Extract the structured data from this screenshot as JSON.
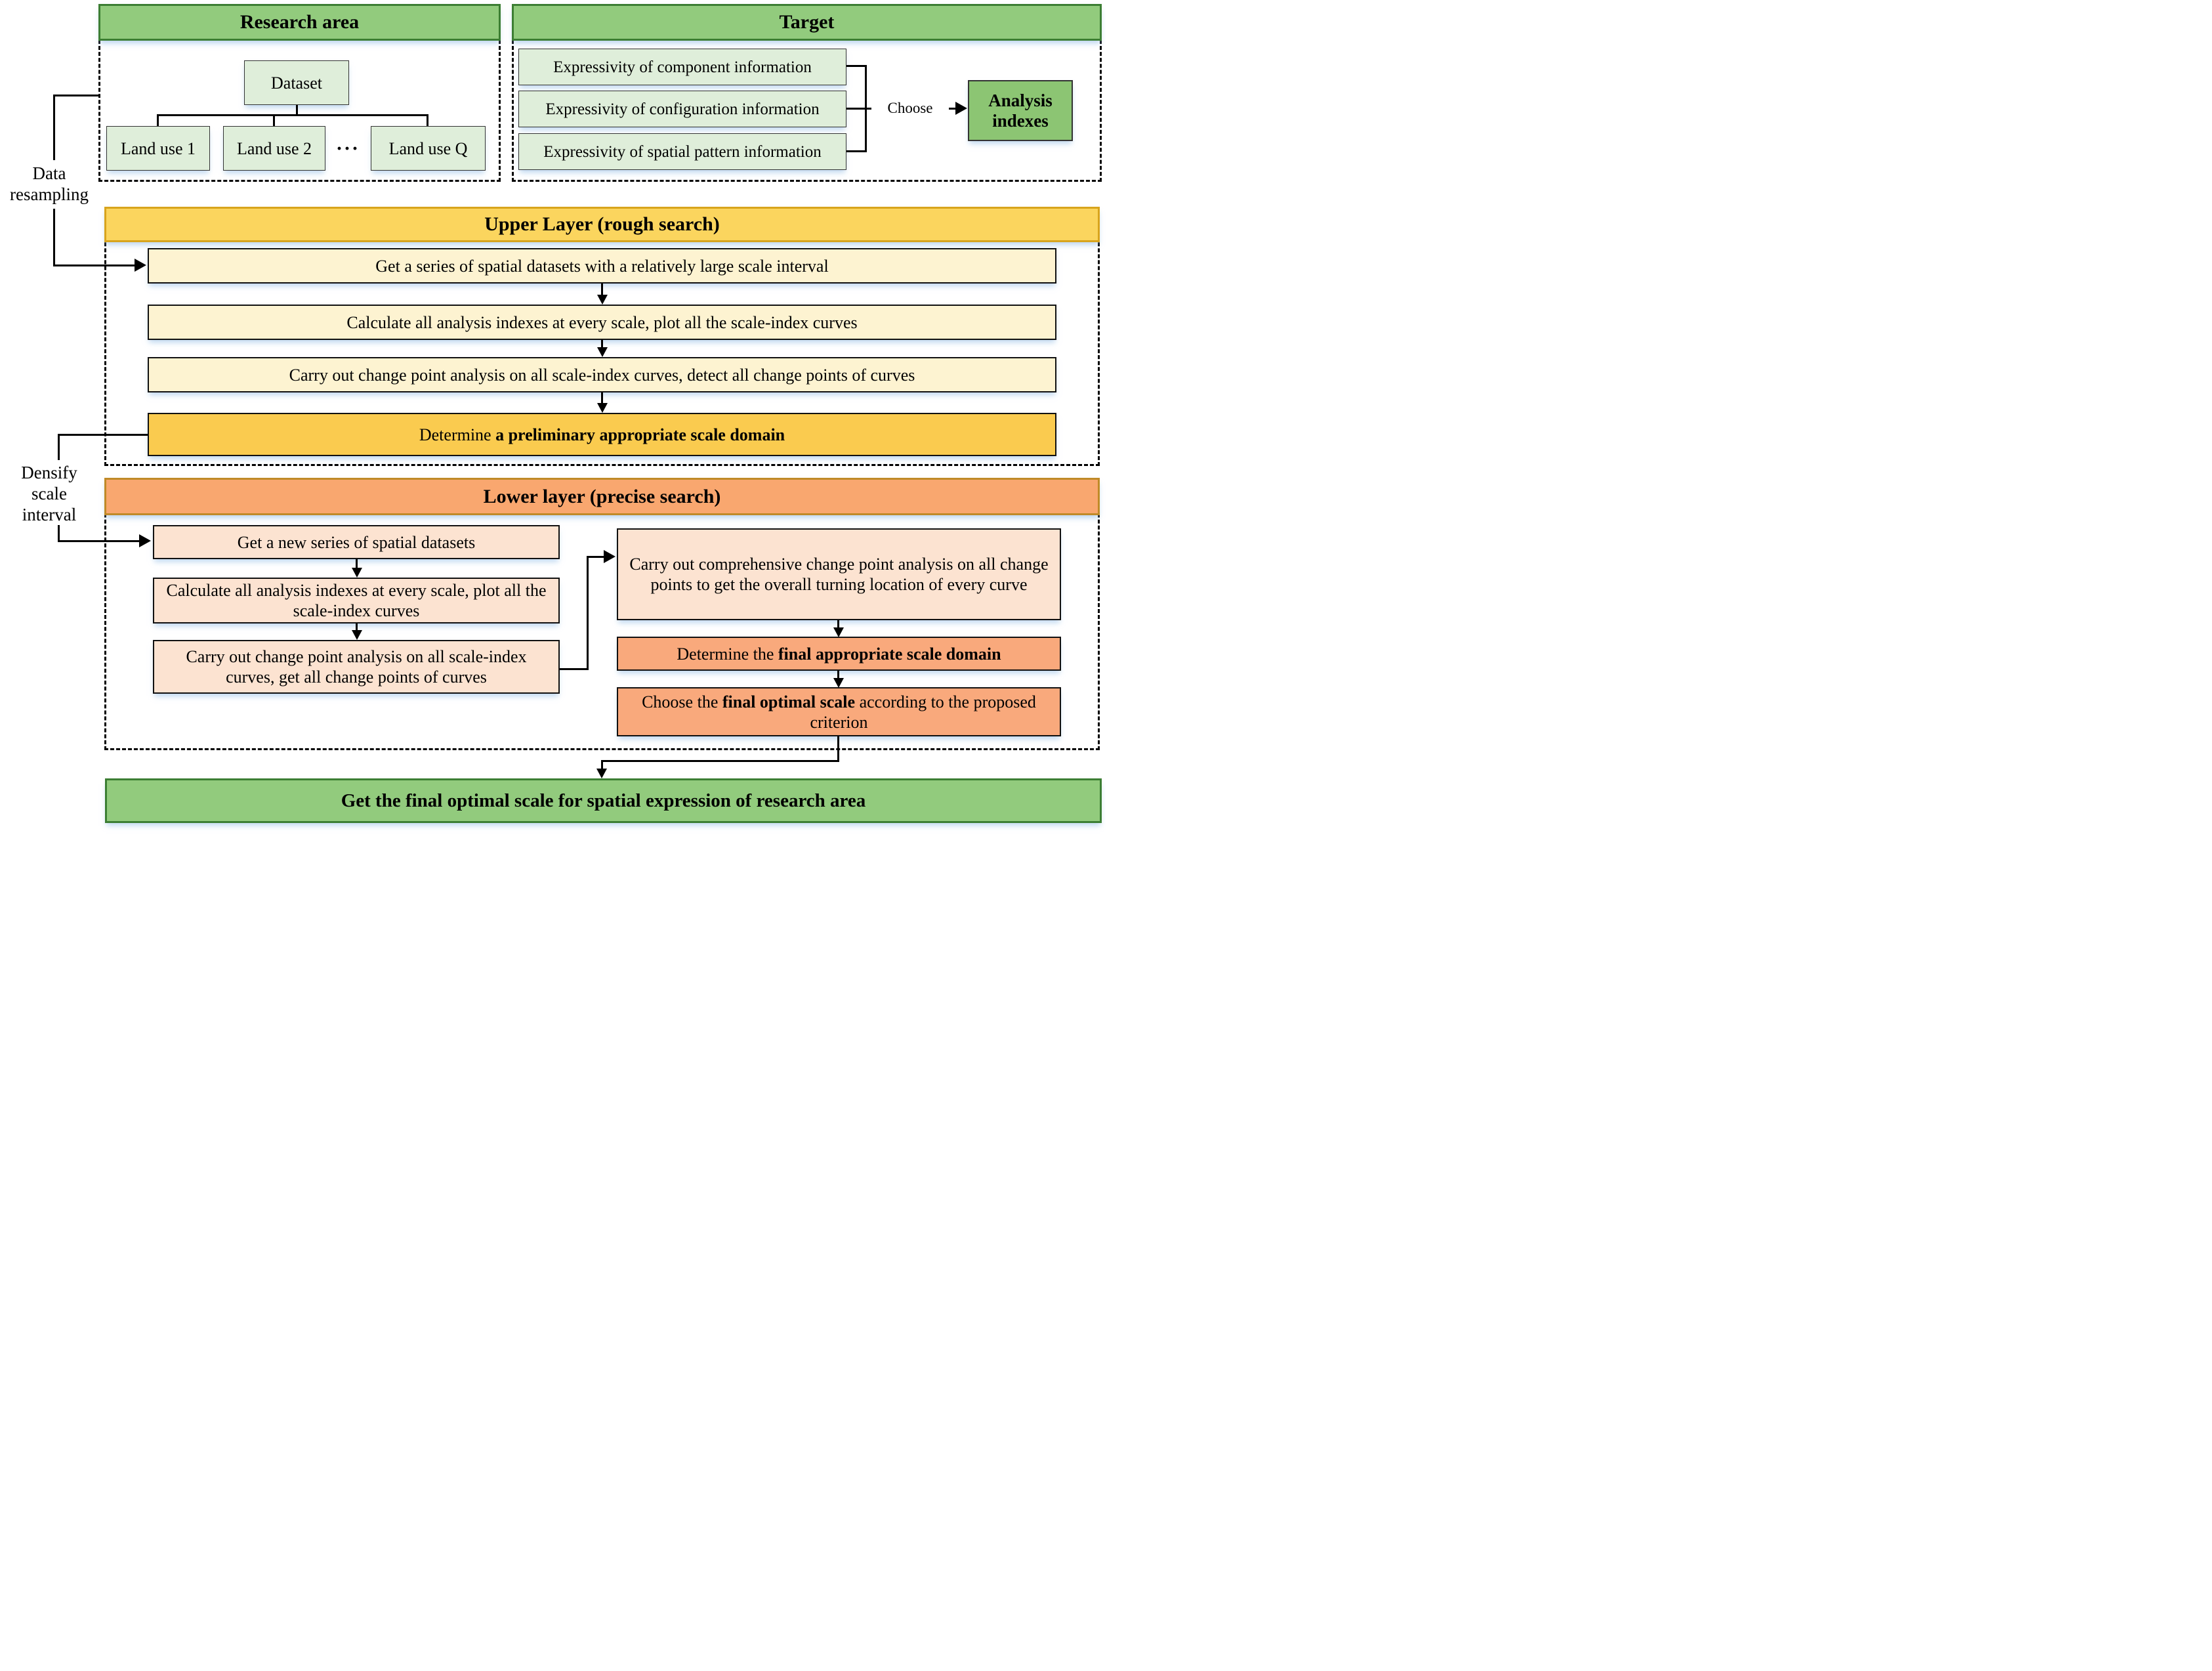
{
  "colors": {
    "green_header": "#92CB7D",
    "green_border": "#3C7E33",
    "light_green": "#DFEEDA",
    "analysis_green": "#8CC573",
    "gold_header": "#FBD55E",
    "gold_border": "#D8A41D",
    "light_yellow": "#FDF3D1",
    "gold_row": "#FACB4F",
    "orange_header": "#F9A76F",
    "orange_border": "#C08A28",
    "peach": "#FCE3D1",
    "orange_row": "#F9A97C"
  },
  "research_area": {
    "title": "Research area",
    "dataset_label": "Dataset",
    "land_uses": [
      "Land use 1",
      "Land use 2",
      "Land use Q"
    ],
    "ellipsis": "···"
  },
  "target": {
    "title": "Target",
    "items": [
      "Expressivity of component information",
      "Expressivity of configuration information",
      "Expressivity of spatial pattern information"
    ],
    "choose_label": "Choose",
    "analysis_indexes_label": "Analysis indexes"
  },
  "annotations": {
    "data_resampling": [
      "Data",
      "resampling"
    ],
    "densify": [
      "Densify",
      "scale",
      "interval"
    ]
  },
  "upper_layer": {
    "title": "Upper Layer (rough search)",
    "steps": [
      "Get a series of spatial datasets with a relatively large scale interval",
      "Calculate all analysis indexes at every scale, plot all the scale-index curves",
      "Carry out change point analysis on all scale-index curves, detect all change points of curves"
    ],
    "final_step": {
      "prefix": "Determine ",
      "bold": "a preliminary appropriate scale domain"
    }
  },
  "lower_layer": {
    "title": "Lower layer (precise search)",
    "left_steps": [
      "Get a new series of spatial datasets",
      "Calculate all analysis indexes at every scale, plot all the scale-index curves",
      "Carry out change point analysis on all scale-index curves, get all change points of curves"
    ],
    "right_steps": {
      "analysis": "Carry out comprehensive change point analysis on all change points to get the overall turning location of every curve",
      "determine": {
        "prefix": "Determine the ",
        "bold": "final appropriate scale domain"
      },
      "choose": {
        "prefix": "Choose the ",
        "bold": "final optimal scale",
        "suffix": " according to the proposed criterion"
      }
    }
  },
  "final_output": "Get the final optimal scale for spatial expression of research area"
}
